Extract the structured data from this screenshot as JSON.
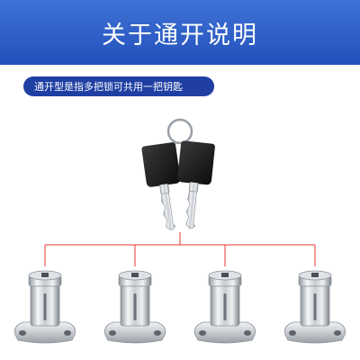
{
  "header": {
    "title": "关于通开说明",
    "background_color": "#2f5fc8"
  },
  "note": {
    "text": "通开型是指多把锁可共用一把钥匙",
    "background_color": "#1f3fa3"
  },
  "illustration": {
    "key_icon": "key-pair-icon",
    "lock_icon": "drawer-lock-icon",
    "connector_color": "#e23a2f",
    "lock_count": 4
  }
}
